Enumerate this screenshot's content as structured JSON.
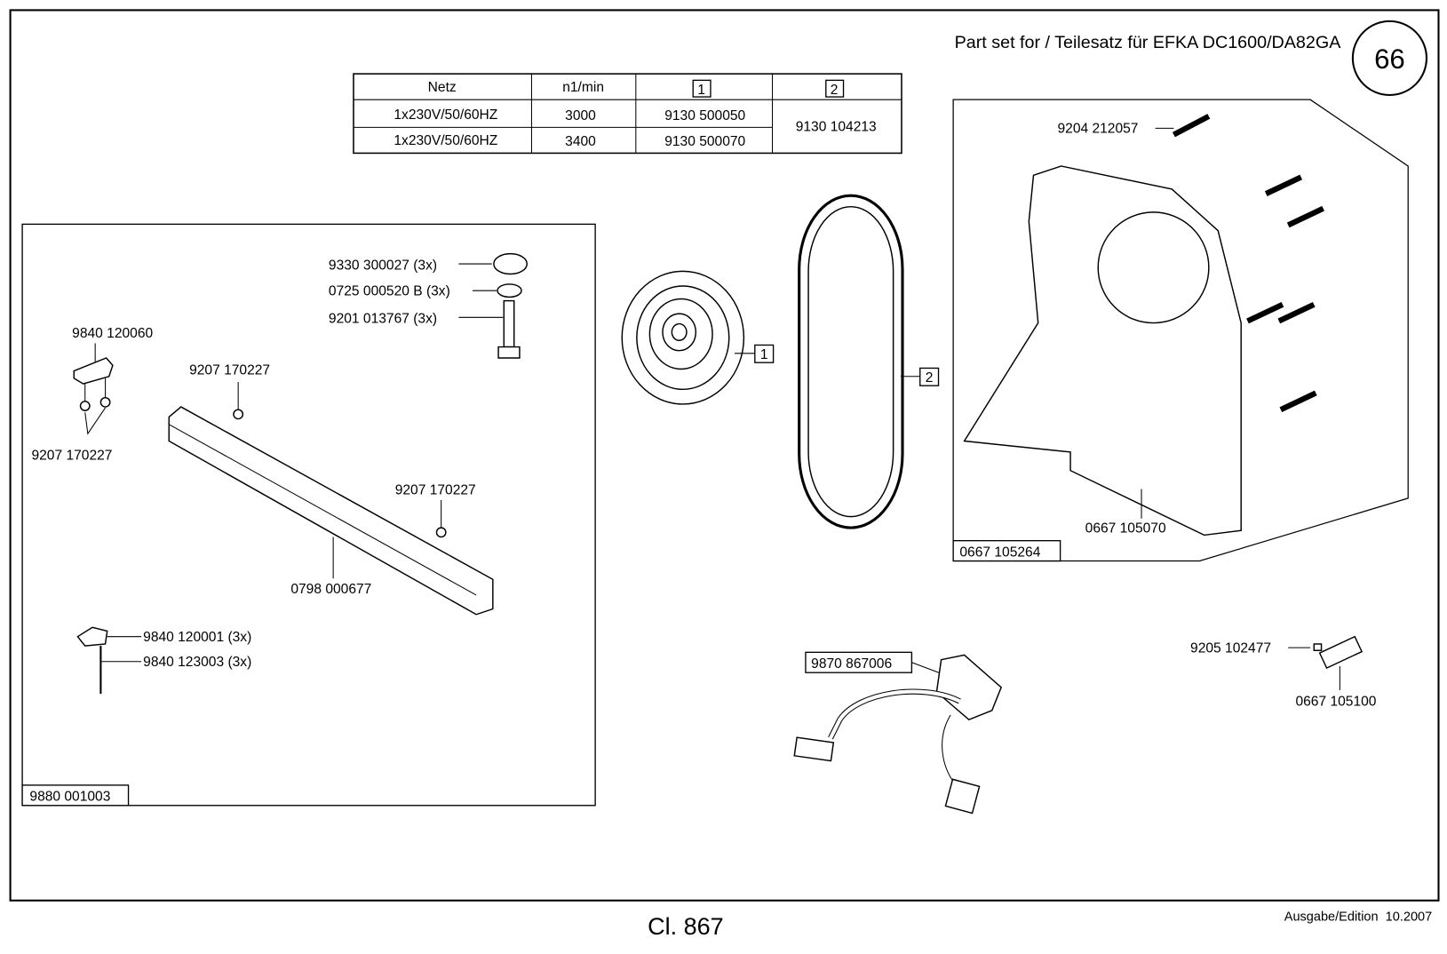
{
  "header": {
    "title": "Part set for / Teilesatz für EFKA DC1600/DA82GA",
    "page_number": "66"
  },
  "table": {
    "headers": [
      "Netz",
      "n1/min",
      "1",
      "2"
    ],
    "rows": [
      {
        "netz": "1x230V/50/60HZ",
        "speed": "3000",
        "part1": "9130 500050"
      },
      {
        "netz": "1x230V/50/60HZ",
        "speed": "3400",
        "part1": "9130 500070"
      }
    ],
    "part2_shared": "9130 104213"
  },
  "left_group": {
    "set_number": "9880 001003",
    "labels": {
      "washer_large": "9330 300027 (3x)",
      "washer_small": "0725 000520 B (3x)",
      "bolt": "9201 013767 (3x)",
      "bracket": "9840 120060",
      "screw_top": "9207 170227",
      "screws_bracket": "9207 170227",
      "screw_right": "9207 170227",
      "rail": "0798 000677",
      "clip": "9840 120001 (3x)",
      "pin": "9840 123003 (3x)"
    }
  },
  "pulley": {
    "callout": "1"
  },
  "belt": {
    "callout": "2"
  },
  "right_group": {
    "set_number": "0667 105264",
    "labels": {
      "screw": "9204 212057",
      "guard": "0667 105070"
    }
  },
  "cable": {
    "label": "9870 867006"
  },
  "sensor": {
    "screw": "9205 102477",
    "body": "0667 105100"
  },
  "footer": {
    "class": "Cl. 867",
    "edition": "Ausgabe/Edition  10.2007"
  }
}
